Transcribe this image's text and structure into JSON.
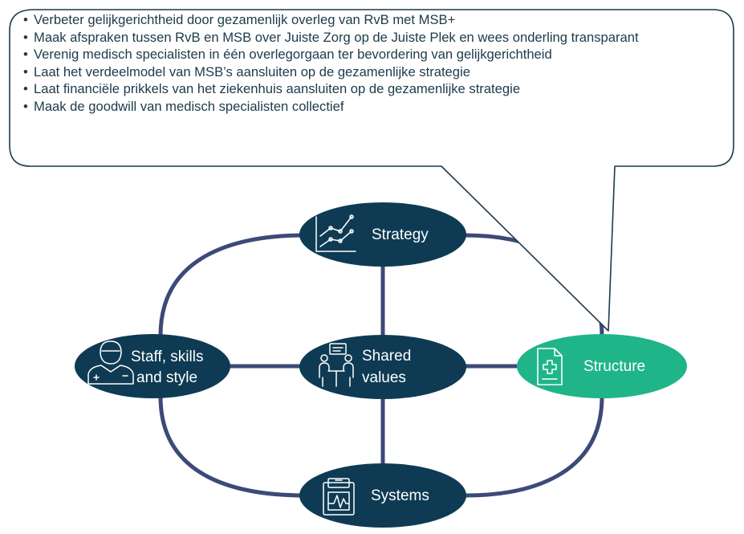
{
  "callout": {
    "bullets": [
      "Verbeter gelijkgerichtheid door gezamenlijk overleg van RvB met MSB+",
      "Maak afspraken tussen RvB en MSB over Juiste Zorg op de Juiste Plek en wees onderling transparant",
      "Verenig medisch specialisten in één overlegorgaan ter bevordering van gelijkgerichtheid",
      "Laat het verdeelmodel van MSB’s aansluiten op de gezamenlijke strategie",
      "Laat financiële prikkels van het ziekenhuis aansluiten op de gezamenlijke strategie",
      "Maak de goodwill van medisch specialisten collectief"
    ]
  },
  "nodes": {
    "strategy": {
      "label": "Strategy",
      "icon": "line-chart-icon"
    },
    "staff": {
      "label_line1": "Staff, skills",
      "label_line2": "and style",
      "icon": "doctor-icon"
    },
    "shared": {
      "label_line1": "Shared",
      "label_line2": "values",
      "icon": "meeting-icon"
    },
    "structure": {
      "label": "Structure",
      "icon": "medical-document-icon",
      "highlighted": true
    },
    "systems": {
      "label": "Systems",
      "icon": "clipboard-pulse-icon"
    }
  },
  "colors": {
    "node_dark": "#0e3b53",
    "node_highlight": "#1fb588",
    "connector": "#3d4a78",
    "callout_border": "#1c3a4b",
    "text": "#1c3a4b"
  }
}
